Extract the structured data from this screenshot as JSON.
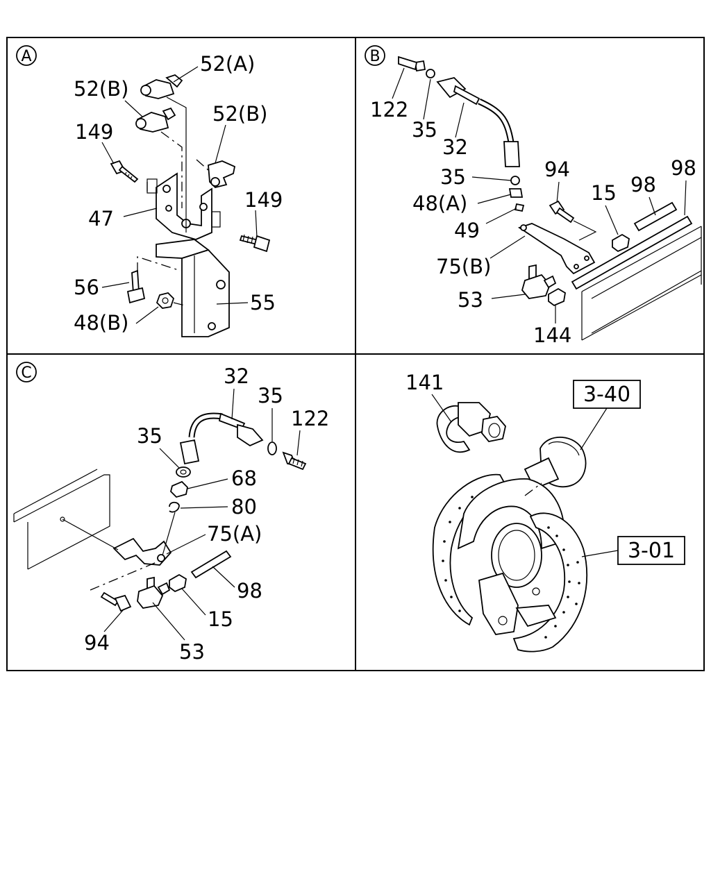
{
  "panels": {
    "A": {
      "marker": "A",
      "labels": {
        "p52a": "52(A)",
        "p52b_left": "52(B)",
        "p52b_right": "52(B)",
        "p149_left": "149",
        "p149_right": "149",
        "p47": "47",
        "p56": "56",
        "p55": "55",
        "p48b": "48(B)"
      }
    },
    "B": {
      "marker": "B",
      "labels": {
        "p122": "122",
        "p35_top": "35",
        "p32": "32",
        "p35_mid": "35",
        "p94": "94",
        "p98_a": "98",
        "p98_b": "98",
        "p15": "15",
        "p48a": "48(A)",
        "p49": "49",
        "p75b": "75(B)",
        "p53": "53",
        "p144": "144"
      }
    },
    "C": {
      "marker": "C",
      "labels": {
        "p32": "32",
        "p35_right": "35",
        "p122": "122",
        "p35_left": "35",
        "p68": "68",
        "p80": "80",
        "p75a": "75(A)",
        "p98": "98",
        "p15": "15",
        "p94": "94",
        "p53": "53"
      }
    },
    "D": {
      "labels": {
        "p141": "141",
        "ref_340": "3-40",
        "ref_301": "3-01"
      }
    }
  }
}
